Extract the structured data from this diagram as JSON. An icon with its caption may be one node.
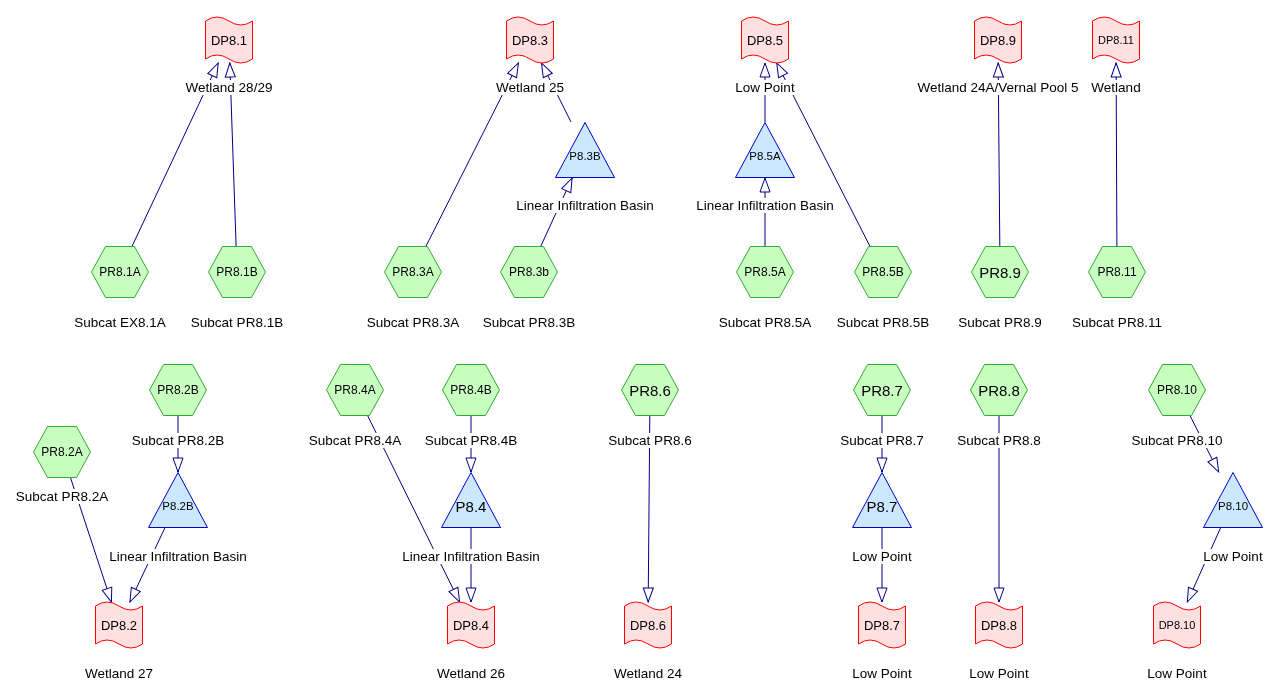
{
  "diagram": {
    "nodes": [
      {
        "text": [
          "DP8.1"
        ],
        "beside": [
          "Wetland 28/29"
        ]
      },
      {
        "text": [
          "DP8.3"
        ],
        "beside": [
          "Wetland 25"
        ]
      },
      {
        "text": [
          "DP8.5"
        ],
        "beside": [
          "Low Point"
        ]
      },
      {
        "text": [
          "DP8.9"
        ],
        "beside": [
          "Wetland 24A/Vernal Pool 5"
        ]
      },
      {
        "text": [
          "DP8.11"
        ],
        "beside": [
          "Wetland"
        ]
      },
      {
        "text": [
          "P8.3B"
        ],
        "beside": [
          "Linear Infiltration Basin"
        ]
      },
      {
        "text": [
          "P8.5A"
        ],
        "beside": [
          "Linear Infiltration Basin"
        ]
      },
      {
        "text": [
          "PR8.1A"
        ],
        "beside": [
          "Subcat EX8.1A"
        ]
      },
      {
        "text": [
          "PR8.1B"
        ],
        "beside": [
          "Subcat PR8.1B"
        ]
      },
      {
        "text": [
          "PR8.3A"
        ],
        "beside": [
          "Subcat PR8.3A"
        ]
      },
      {
        "text": [
          "PR8.3b"
        ],
        "beside": [
          "Subcat PR8.3B"
        ]
      },
      {
        "text": [
          "PR8.5A"
        ],
        "beside": [
          "Subcat PR8.5A"
        ]
      },
      {
        "text": [
          "PR8.5B"
        ],
        "beside": [
          "Subcat PR8.5B"
        ]
      },
      {
        "text": [
          "PR8.9"
        ],
        "beside": [
          "Subcat PR8.9"
        ]
      },
      {
        "text": [
          "PR8.11"
        ],
        "beside": [
          "Subcat PR8.11"
        ]
      },
      {
        "text": [
          "PR8.2B"
        ],
        "beside": [
          "Subcat PR8.2B"
        ]
      },
      {
        "text": [
          "PR8.4A"
        ],
        "beside": [
          "Subcat PR8.4A"
        ]
      },
      {
        "text": [
          "PR8.4B"
        ],
        "beside": [
          "Subcat PR8.4B"
        ]
      },
      {
        "text": [
          "PR8.6"
        ],
        "beside": [
          "Subcat PR8.6"
        ]
      },
      {
        "text": [
          "PR8.7"
        ],
        "beside": [
          "Subcat PR8.7"
        ]
      },
      {
        "text": [
          "PR8.8"
        ],
        "beside": [
          "Subcat PR8.8"
        ]
      },
      {
        "text": [
          "PR8.10"
        ],
        "beside": [
          "Subcat PR8.10"
        ]
      },
      {
        "text": [
          "PR8.2A"
        ],
        "beside": [
          "Subcat PR8.2A"
        ]
      },
      {
        "text": [
          "P8.2B"
        ],
        "beside": [
          "Linear Infiltration Basin"
        ]
      },
      {
        "text": [
          "P8.4"
        ],
        "beside": [
          "Linear Infiltration Basin"
        ]
      },
      {
        "text": [
          "P8.7"
        ],
        "beside": [
          "Low Point"
        ]
      },
      {
        "text": [
          "P8.10"
        ],
        "beside": [
          "Low Point"
        ]
      },
      {
        "text": [
          "DP8.2"
        ],
        "beside": [
          "Wetland 27"
        ]
      },
      {
        "text": [
          "DP8.4"
        ],
        "beside": [
          "Wetland 26"
        ]
      },
      {
        "text": [
          "DP8.6"
        ],
        "beside": [
          "Wetland 24"
        ]
      },
      {
        "text": [
          "DP8.7"
        ],
        "beside": [
          "Low Point"
        ]
      },
      {
        "text": [
          "DP8.8"
        ],
        "beside": [
          "Low Point"
        ]
      },
      {
        "text": [
          "DP8.10"
        ],
        "beside": [
          "Low Point"
        ]
      }
    ],
    "edges": [
      {
        "from": 7,
        "to": 0,
        "arrow": "to"
      },
      {
        "from": 8,
        "to": 0,
        "arrow": "to"
      },
      {
        "from": 9,
        "to": 1,
        "arrow": "to"
      },
      {
        "from": 5,
        "to": 1,
        "arrow": "to"
      },
      {
        "from": 10,
        "to": 5,
        "arrow": "to"
      },
      {
        "from": 6,
        "to": 2,
        "arrow": "to"
      },
      {
        "from": 11,
        "to": 6,
        "arrow": "to"
      },
      {
        "from": 12,
        "to": 2,
        "arrow": "to"
      },
      {
        "from": 13,
        "to": 3,
        "arrow": "to"
      },
      {
        "from": 14,
        "to": 4,
        "arrow": "to"
      },
      {
        "from": 15,
        "to": 23,
        "arrow": "to"
      },
      {
        "from": 22,
        "to": 27,
        "arrow": "to"
      },
      {
        "from": 23,
        "to": 27,
        "arrow": "to"
      },
      {
        "from": 16,
        "to": 28,
        "arrow": "to"
      },
      {
        "from": 17,
        "to": 24,
        "arrow": "to"
      },
      {
        "from": 24,
        "to": 28,
        "arrow": "to"
      },
      {
        "from": 18,
        "to": 29,
        "arrow": "to"
      },
      {
        "from": 19,
        "to": 25,
        "arrow": "to"
      },
      {
        "from": 25,
        "to": 30,
        "arrow": "to"
      },
      {
        "from": 20,
        "to": 31,
        "arrow": "to"
      },
      {
        "from": 21,
        "to": 26,
        "arrow": "to"
      },
      {
        "from": 26,
        "to": 32,
        "arrow": "to"
      }
    ]
  }
}
